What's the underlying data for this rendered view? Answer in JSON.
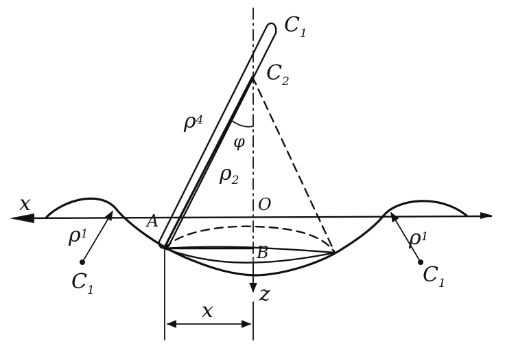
{
  "labels": {
    "c1_top": "C",
    "c1_top_sub": "1",
    "c2": "C",
    "c2_sub": "2",
    "rho4": "ρ",
    "rho4_sub": "4",
    "rho2": "ρ",
    "rho2_sub": "2",
    "phi": "φ",
    "x_axis": "x",
    "a": "A",
    "o": "O",
    "b": "B",
    "z_axis": "z",
    "rho1_left": "ρ",
    "rho1_left_sub": "1",
    "rho1_right": "ρ",
    "rho1_right_sub": "1",
    "c1_left": "C",
    "c1_left_sub": "1",
    "c1_right": "C",
    "c1_right_sub": "1",
    "x_dim": "x"
  }
}
